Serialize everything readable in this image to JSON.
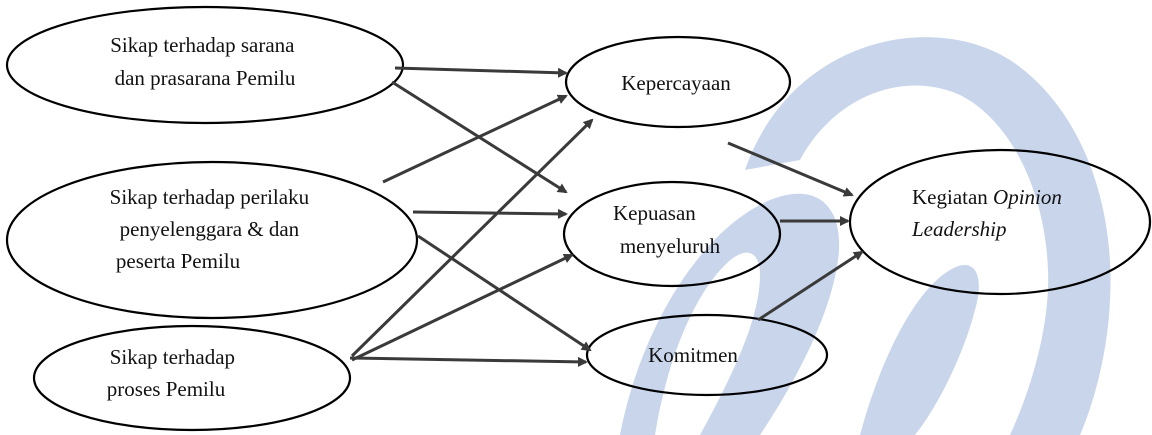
{
  "diagram": {
    "nodes": {
      "sarana": {
        "lines": [
          "Sikap terhadap sarana",
          "dan  prasarana Pemilu"
        ]
      },
      "perilaku": {
        "lines": [
          "Sikap terhadap perilaku",
          "penyelenggara  & dan",
          "peserta Pemilu"
        ]
      },
      "proses": {
        "lines": [
          "Sikap terhadap",
          "proses Pemilu"
        ]
      },
      "kepercayaan": {
        "lines": [
          "Kepercayaan"
        ]
      },
      "kepuasan": {
        "lines": [
          "Kepuasan",
          "menyeluruh"
        ]
      },
      "komitmen": {
        "lines": [
          "Komitmen"
        ]
      },
      "kegiatan": {
        "line1_plain": "Kegiatan ",
        "line1_italic": "Opinion",
        "line2_italic": "Leadership"
      }
    },
    "edges": [
      [
        "sarana",
        "kepercayaan"
      ],
      [
        "sarana",
        "kepuasan"
      ],
      [
        "perilaku",
        "kepercayaan"
      ],
      [
        "perilaku",
        "kepuasan"
      ],
      [
        "perilaku",
        "komitmen"
      ],
      [
        "proses",
        "kepercayaan"
      ],
      [
        "proses",
        "kepuasan"
      ],
      [
        "proses",
        "komitmen"
      ],
      [
        "kepercayaan",
        "kegiatan"
      ],
      [
        "kepuasan",
        "kegiatan"
      ],
      [
        "komitmen",
        "kegiatan"
      ]
    ],
    "colors": {
      "watermark": "#9fb6d9",
      "ellipse_stroke": "#000000",
      "arrow": "#3a3a3a",
      "text": "#111111"
    }
  }
}
